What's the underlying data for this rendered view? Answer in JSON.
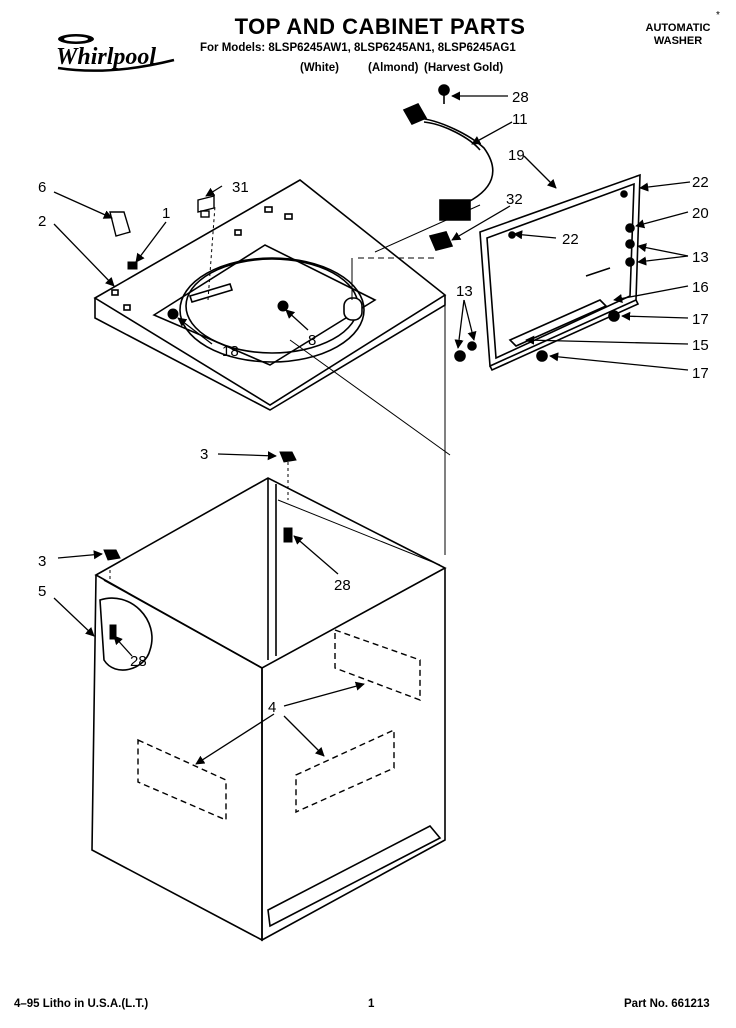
{
  "header": {
    "title": "TOP AND CABINET PARTS",
    "models_line": "For Models: 8LSP6245AW1, 8LSP6245AN1, 8LSP6245AG1",
    "color_white": "(White)",
    "color_almond": "(Almond)",
    "color_harvest": "(Harvest Gold)",
    "product_line1": "AUTOMATIC",
    "product_line2": "WASHER",
    "mark": "*",
    "brand": "Whirlpool"
  },
  "callouts": {
    "c28a": "28",
    "c11": "11",
    "c19": "19",
    "c32": "32",
    "c22a": "22",
    "c22b": "22",
    "c20": "20",
    "c13a": "13",
    "c16": "16",
    "c17a": "17",
    "c15": "15",
    "c17b": "17",
    "c13b": "13",
    "c6": "6",
    "c31": "31",
    "c1": "1",
    "c2": "2",
    "c8": "8",
    "c18": "18",
    "c3a": "3",
    "c28b": "28",
    "c3b": "3",
    "c5": "5",
    "c28c": "28",
    "c4": "4"
  },
  "footer": {
    "litho": "4–95 Litho in U.S.A.(L.T.)",
    "page": "1",
    "part_no": "Part No. 661213"
  }
}
